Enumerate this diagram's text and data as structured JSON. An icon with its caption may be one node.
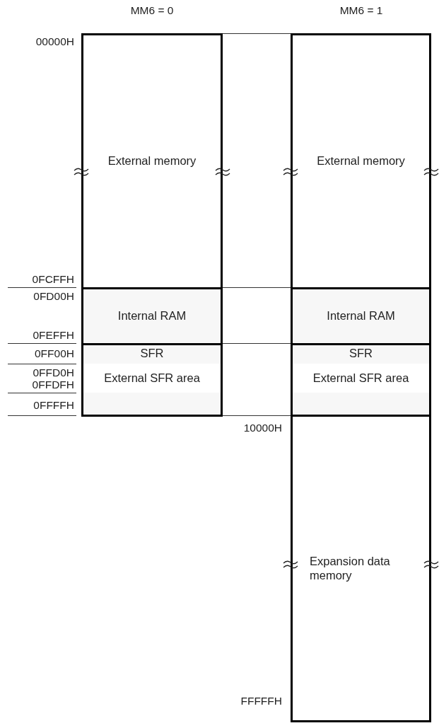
{
  "diagram": {
    "nodes": [
      {
        "text": [
          "External memory"
        ]
      },
      {
        "text": [
          "Internal RAM"
        ]
      },
      {
        "text": [
          "SFR"
        ]
      },
      {
        "text": [
          "External SFR area"
        ],
        "in": 2
      },
      {
        "text": [
          "External memory"
        ]
      },
      {
        "text": [
          "Internal RAM"
        ]
      },
      {
        "text": [
          "SFR"
        ]
      },
      {
        "text": [
          "External SFR area"
        ],
        "in": 6
      },
      {
        "text": [
          "Expansion data memory"
        ]
      }
    ],
    "edges": [],
    "labels": [
      "MM6 = 0",
      "MM6 = 1",
      "00000H",
      "0FCFFH",
      "0FD00H",
      "0FEFFH",
      "0FF00H",
      "0FFD0H",
      "0FFDFH",
      "0FFFFH",
      "10000H",
      "FFFFFH"
    ]
  }
}
